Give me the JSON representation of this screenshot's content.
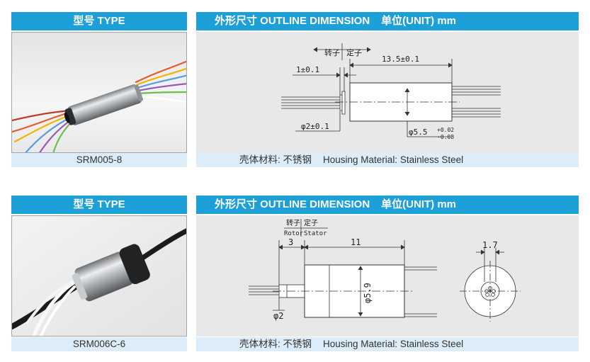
{
  "products": [
    {
      "type_header": "型号 TYPE",
      "dim_title": "外形尺寸 OUTLINE DIMENSION",
      "unit_label": "单位(UNIT) mm",
      "model": "SRM005-8",
      "material_cn": "壳体材料: 不锈钢",
      "material_en": "Housing Material: Stainless Steel",
      "drawing": {
        "rotor_cn": "转子",
        "stator_cn": "定子",
        "dim_length": "13.5±0.1",
        "dim_flange": "1±0.1",
        "dim_shaft": "φ2±0.1",
        "dim_diameter": "φ5.5",
        "tol_upper": "+0.02",
        "tol_lower": "-0.08"
      }
    },
    {
      "type_header": "型号 TYPE",
      "dim_title": "外形尺寸 OUTLINE DIMENSION",
      "unit_label": "单位(UNIT) mm",
      "model": "SRM006C-6",
      "material_cn": "壳体材料: 不锈钢",
      "material_en": "Housing Material: Stainless Steel",
      "drawing": {
        "rotor_cn": "转子",
        "stator_cn": "定子",
        "rotor_en": "Rotor",
        "stator_en": "Stator",
        "dim_rotor_len": "3",
        "dim_body_len": "11",
        "dim_shaft": "φ2",
        "dim_diameter": "φ5.9",
        "dim_side": "1.7"
      }
    }
  ],
  "colors": {
    "header_blue": "#1d9fd8",
    "caption_bg": "#dcecf8",
    "drawing_bg": "#e7e8ea"
  }
}
